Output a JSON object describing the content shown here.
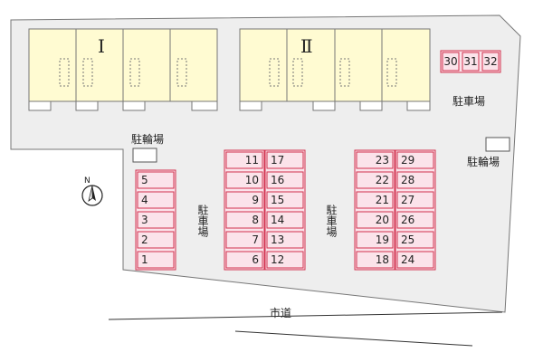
{
  "buildings": [
    {
      "numeral": "Ⅰ"
    },
    {
      "numeral": "Ⅱ"
    }
  ],
  "labels": {
    "parking": "駐車場",
    "bicycle": "駐輪場",
    "road": "市道",
    "north": "N"
  },
  "parking_top": [
    "30",
    "31",
    "32"
  ],
  "parking_col1": [
    "5",
    "4",
    "3",
    "2",
    "1"
  ],
  "parking_col2a": [
    "11",
    "10",
    "9",
    "8",
    "7",
    "6"
  ],
  "parking_col2b": [
    "17",
    "16",
    "15",
    "14",
    "13",
    "12"
  ],
  "parking_col3a": [
    "23",
    "22",
    "21",
    "20",
    "19",
    "18"
  ],
  "parking_col3b": [
    "29",
    "28",
    "27",
    "26",
    "25",
    "24"
  ],
  "colors": {
    "lot": "#eeeeee",
    "building": "#fffbd2",
    "parking_fill": "#fbe3ea",
    "parking_stroke": "#d2314f"
  }
}
